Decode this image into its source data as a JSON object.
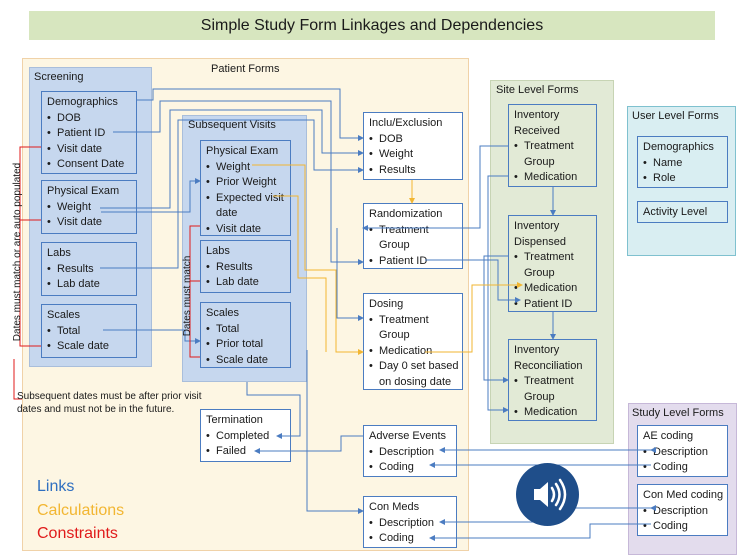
{
  "title": "Simple Study Form Linkages and Dependencies",
  "regions": {
    "patient": "Patient Forms",
    "screening": "Screening",
    "subsequent": "Subsequent Visits",
    "site": "Site Level Forms",
    "user": "User Level Forms",
    "study": "Study Level Forms"
  },
  "forms": {
    "demographics": {
      "title": "Demographics",
      "items": [
        "DOB",
        "Patient ID",
        "Visit date",
        "Consent Date"
      ]
    },
    "physical_exam_screen": {
      "title": "Physical Exam",
      "items": [
        "Weight",
        "Visit date"
      ]
    },
    "labs_screen": {
      "title": "Labs",
      "items": [
        "Results",
        "Lab date"
      ]
    },
    "scales_screen": {
      "title": "Scales",
      "items": [
        "Total",
        "Scale date"
      ]
    },
    "physical_exam_sub": {
      "title": "Physical Exam",
      "items": [
        "Weight",
        "Prior Weight",
        "Expected visit",
        "date",
        "Visit date"
      ]
    },
    "labs_sub": {
      "title": "Labs",
      "items": [
        "Results",
        "Lab date"
      ]
    },
    "scales_sub": {
      "title": "Scales",
      "items": [
        "Total",
        "Prior total",
        "Scale date"
      ]
    },
    "inclu": {
      "title": "Inclu/Exclusion",
      "items": [
        "DOB",
        "Weight",
        "Results"
      ]
    },
    "randomization": {
      "title": "Randomization",
      "items": [
        "Treatment",
        "Group",
        "Patient ID"
      ]
    },
    "dosing": {
      "title": "Dosing",
      "items": [
        "Treatment",
        "Group",
        "Medication",
        "Day 0 set based",
        "on dosing date"
      ]
    },
    "termination": {
      "title": "Termination",
      "items": [
        "Completed",
        "Failed"
      ]
    },
    "adverse": {
      "title": "Adverse Events",
      "items": [
        "Description",
        "Coding"
      ]
    },
    "conmeds": {
      "title": "Con Meds",
      "items": [
        "Description",
        "Coding"
      ]
    },
    "inv_received": {
      "title1": "Inventory",
      "title2": "Received",
      "items": [
        "Treatment",
        "Group",
        "Medication"
      ]
    },
    "inv_dispensed": {
      "title1": "Inventory",
      "title2": "Dispensed",
      "items": [
        "Treatment",
        "Group",
        "Medication",
        "Patient ID"
      ]
    },
    "inv_reconciliation": {
      "title1": "Inventory",
      "title2": "Reconciliation",
      "items": [
        "Treatment",
        "Group",
        "Medication"
      ]
    },
    "user_demographics": {
      "title": "Demographics",
      "items": [
        "Name",
        "Role"
      ]
    },
    "activity_level": {
      "title": "Activity Level"
    },
    "ae_coding": {
      "title": "AE coding",
      "items": [
        "Description",
        "Coding"
      ]
    },
    "conmed_coding": {
      "title": "Con Med coding",
      "items": [
        "Description",
        "Coding"
      ]
    }
  },
  "constraints": {
    "screening_dates": "Dates must match or are auto populated",
    "subsequent_dates": "Dates must match",
    "note_line1": "Subsequent dates must be after prior visit",
    "note_line2": "dates and must not be in the future."
  },
  "legend": {
    "links": {
      "label": "Links",
      "color": "#2f6fc0"
    },
    "calculations": {
      "label": "Calculations",
      "color": "#f2b632"
    },
    "constraints": {
      "label": "Constraints",
      "color": "#e01b1b"
    }
  },
  "icons": {
    "speaker": "speaker-volume-icon"
  }
}
